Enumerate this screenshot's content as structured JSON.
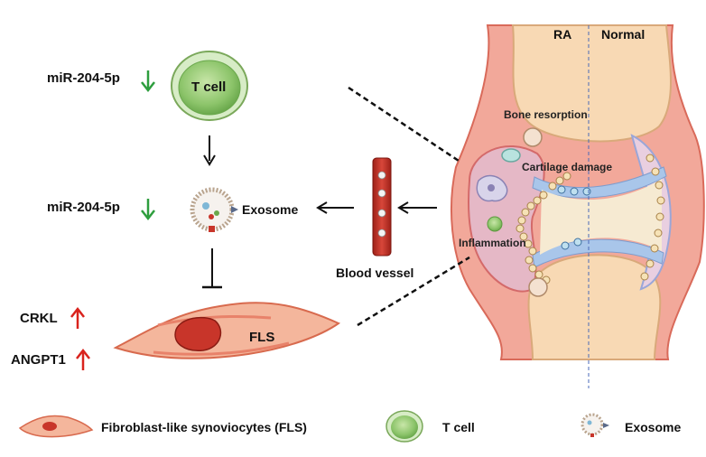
{
  "left_panel": {
    "mir_top_label": "miR-204-5p",
    "mir_bottom_label": "miR-204-5p",
    "t_cell_label": "T cell",
    "exosome_label": "Exosome",
    "blood_vessel_label": "Blood vessel",
    "fls_label": "FLS",
    "crkl_label": "CRKL",
    "angpt1_label": "ANGPT1"
  },
  "joint_panel": {
    "ra_label": "RA",
    "normal_label": "Normal",
    "bone_resorption_label": "Bone resorption",
    "cartilage_damage_label": "Cartilage  damage",
    "inflammation_label": "Inflammation"
  },
  "legend": {
    "fls_label": "Fibroblast-like synoviocytes (FLS)",
    "t_cell_label": "T cell",
    "exosome_label": "Exosome"
  },
  "colors": {
    "down_arrow": "#2e9e3e",
    "up_arrow": "#d9231d",
    "t_cell_green": "#8cc46a",
    "vessel_red": "#c8352a",
    "fls_red": "#d0463a"
  }
}
